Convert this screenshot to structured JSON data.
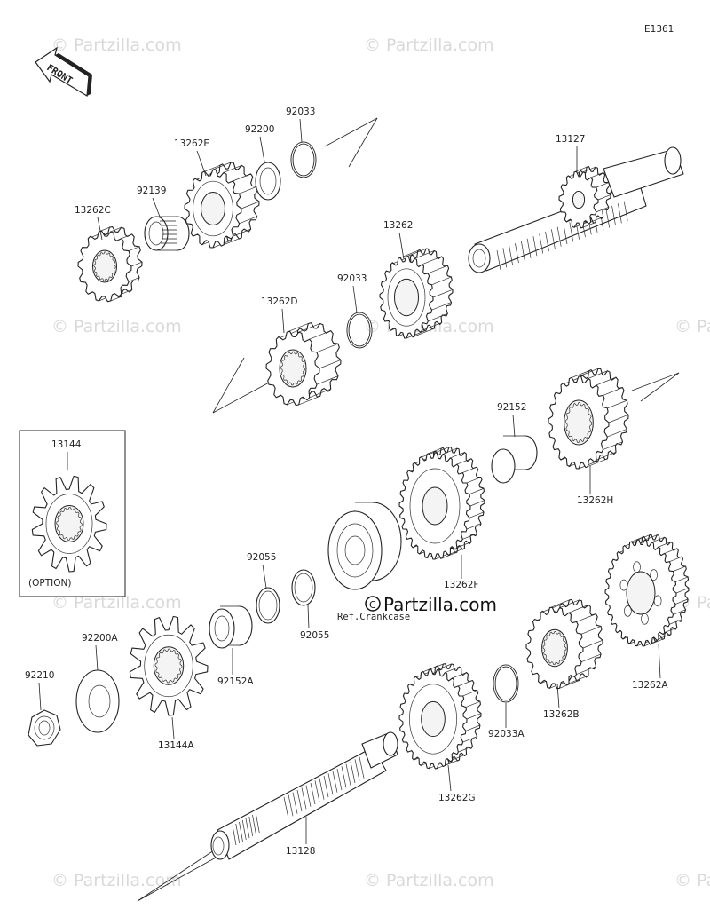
{
  "diagram": {
    "code": "E1361",
    "front_label": "FRONT",
    "option_label": "(OPTION)",
    "ref_label": "Ref.Crankcase",
    "brand": "Partzilla.com",
    "watermark": "© Partzilla.com",
    "parts": [
      {
        "id": "92033",
        "label": "92033"
      },
      {
        "id": "92200",
        "label": "92200"
      },
      {
        "id": "13262E",
        "label": "13262E"
      },
      {
        "id": "92139",
        "label": "92139"
      },
      {
        "id": "13262C",
        "label": "13262C"
      },
      {
        "id": "13127",
        "label": "13127"
      },
      {
        "id": "13262",
        "label": "13262"
      },
      {
        "id": "92033b",
        "label": "92033"
      },
      {
        "id": "13262D",
        "label": "13262D"
      },
      {
        "id": "13144",
        "label": "13144"
      },
      {
        "id": "92152",
        "label": "92152"
      },
      {
        "id": "13262H",
        "label": "13262H"
      },
      {
        "id": "92055a",
        "label": "92055"
      },
      {
        "id": "92055b",
        "label": "92055"
      },
      {
        "id": "13262F",
        "label": "13262F"
      },
      {
        "id": "92200A",
        "label": "92200A"
      },
      {
        "id": "92210",
        "label": "92210"
      },
      {
        "id": "92152A",
        "label": "92152A"
      },
      {
        "id": "13144A",
        "label": "13144A"
      },
      {
        "id": "92033A",
        "label": "92033A"
      },
      {
        "id": "13262B",
        "label": "13262B"
      },
      {
        "id": "13262A",
        "label": "13262A"
      },
      {
        "id": "13262G",
        "label": "13262G"
      },
      {
        "id": "13128",
        "label": "13128"
      }
    ]
  }
}
